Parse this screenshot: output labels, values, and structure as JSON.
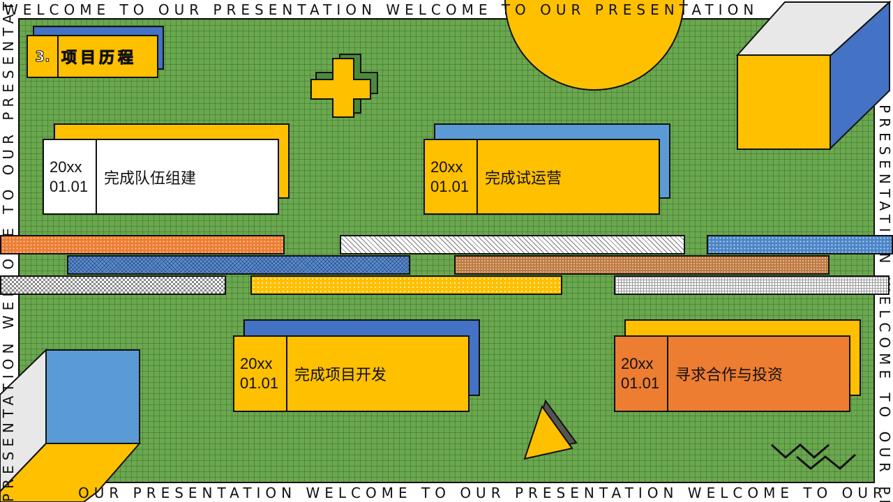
{
  "marquee": {
    "top": "WELCOME TO OUR PRESENTATION   WELCOME TO OUR PRESENTATION",
    "bottom": "OUR PRESENTATION   WELCOME TO OUR PRESENTATION   WELCOME TO OUR",
    "left": "PRESENTATION WELCOME TO OUR PRESENTATION WELCOME",
    "right": "PRESENTATION WELCOME TO OUR PR"
  },
  "title": {
    "number": "3.",
    "text": "项目历程"
  },
  "milestones": [
    {
      "date_line1": "20xx",
      "date_line2": "01.01",
      "label": "完成队伍组建"
    },
    {
      "date_line1": "20xx",
      "date_line2": "01.01",
      "label": "完成试运营"
    },
    {
      "date_line1": "20xx",
      "date_line2": "01.01",
      "label": "完成项目开发"
    },
    {
      "date_line1": "20xx",
      "date_line2": "01.01",
      "label": "寻求合作与投资"
    }
  ],
  "colors": {
    "background": "#6aa84f",
    "yellow": "#ffc000",
    "blue": "#4472c4",
    "light_blue": "#5b9bd5",
    "orange": "#ed7d31",
    "white": "#ffffff",
    "outline": "#111111"
  }
}
